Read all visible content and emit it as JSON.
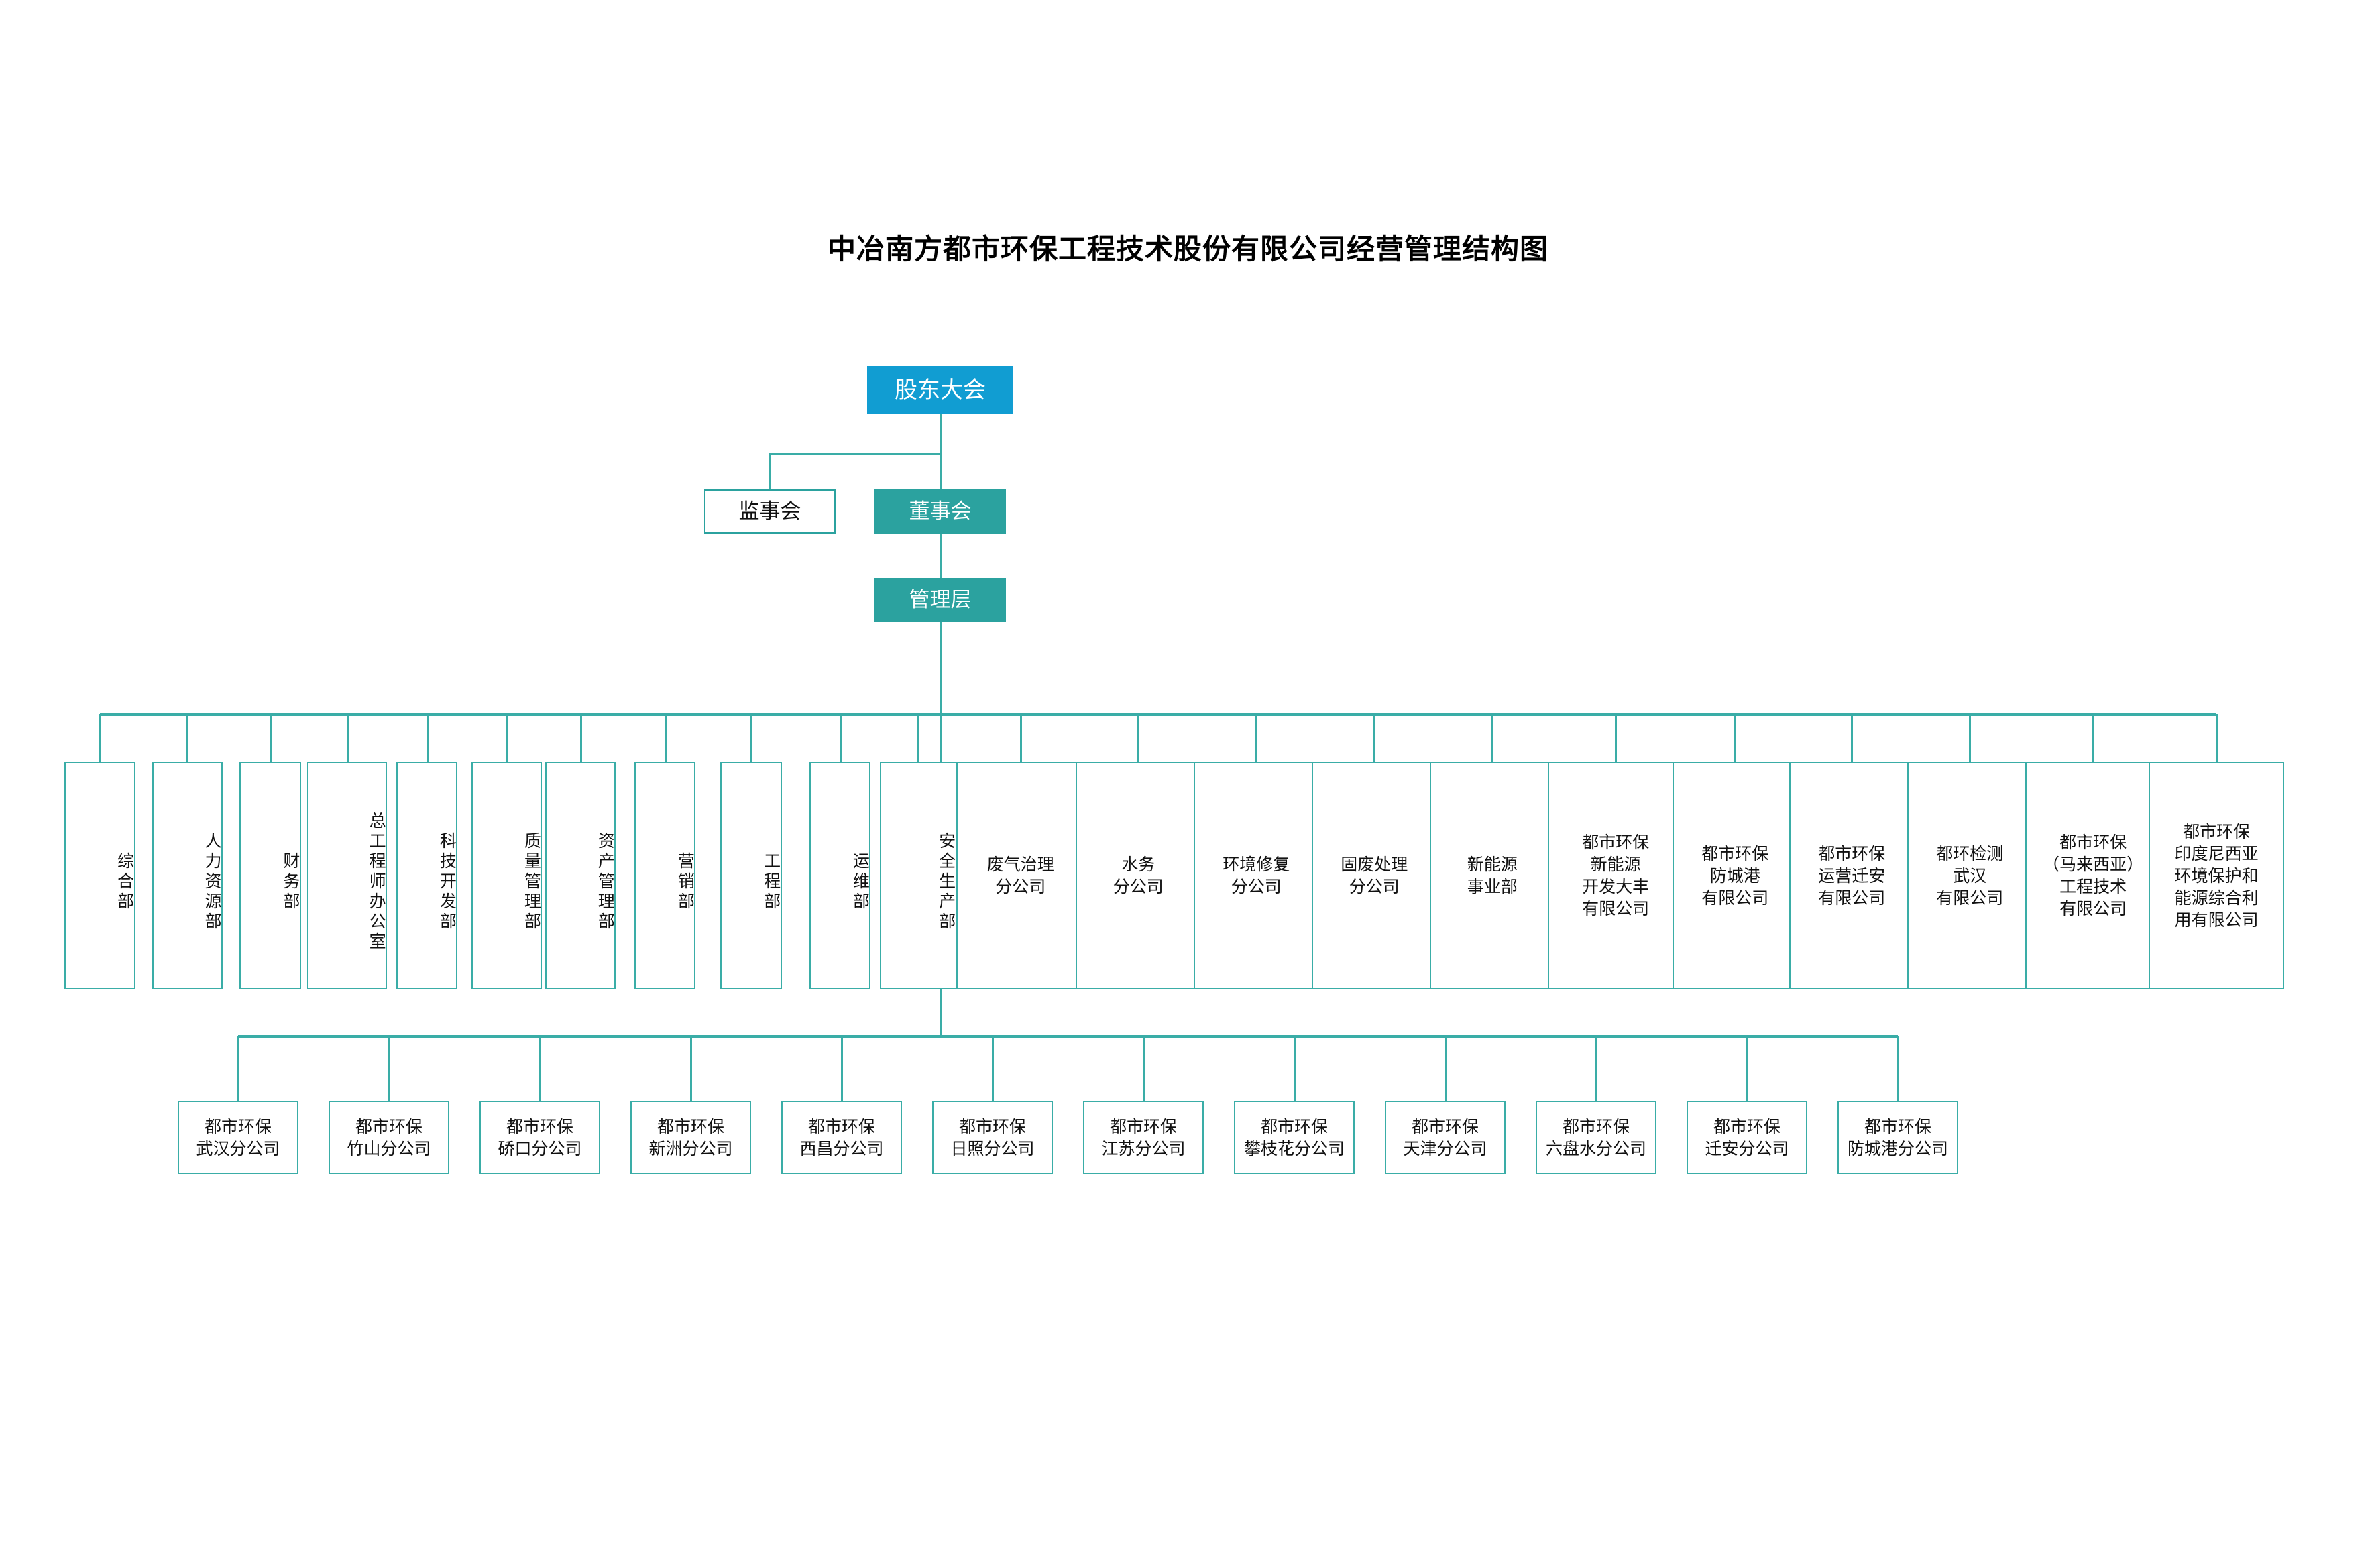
{
  "title": "中冶南方都市环保工程技术股份有限公司经营管理结构图",
  "colors": {
    "shareholders_fill": "#119dd2",
    "board_fill": "#2ba29f",
    "management_fill": "#2ba29f",
    "box_border": "#3aada7",
    "connector": "#3aada7",
    "text_dark": "#111111",
    "text_light": "#ffffff",
    "background": "#ffffff"
  },
  "top_tier": {
    "shareholders": "股东大会",
    "supervisors": "监事会",
    "board": "董事会",
    "management": "管理层"
  },
  "departments": [
    {
      "label": "综合部",
      "orientation": "vertical"
    },
    {
      "label": "人力资源部",
      "orientation": "vertical"
    },
    {
      "label": "财务部",
      "orientation": "vertical"
    },
    {
      "label": "总工程师办公室",
      "orientation": "vertical"
    },
    {
      "label": "科技开发部",
      "orientation": "vertical"
    },
    {
      "label": "质量管理部",
      "orientation": "vertical"
    },
    {
      "label": "资产管理部",
      "orientation": "vertical"
    },
    {
      "label": "营销部",
      "orientation": "vertical"
    },
    {
      "label": "工程部",
      "orientation": "vertical"
    },
    {
      "label": "运维部",
      "orientation": "vertical"
    },
    {
      "label": "安全生产部",
      "orientation": "vertical"
    },
    {
      "label": "废气治理\n分公司",
      "orientation": "horizontal"
    },
    {
      "label": "水务\n分公司",
      "orientation": "horizontal"
    },
    {
      "label": "环境修复\n分公司",
      "orientation": "horizontal"
    },
    {
      "label": "固废处理\n分公司",
      "orientation": "horizontal"
    },
    {
      "label": "新能源\n事业部",
      "orientation": "horizontal"
    },
    {
      "label": "都市环保\n新能源\n开发大丰\n有限公司",
      "orientation": "horizontal"
    },
    {
      "label": "都市环保\n防城港\n有限公司",
      "orientation": "horizontal"
    },
    {
      "label": "都市环保\n运营迁安\n有限公司",
      "orientation": "horizontal"
    },
    {
      "label": "都环检测\n武汉\n有限公司",
      "orientation": "horizontal"
    },
    {
      "label": "都市环保\n（马来西亚）\n工程技术\n有限公司",
      "orientation": "horizontal"
    },
    {
      "label": "都市环保\n印度尼西亚\n环境保护和\n能源综合利\n用有限公司",
      "orientation": "horizontal"
    }
  ],
  "branches": [
    {
      "label": "都市环保\n武汉分公司"
    },
    {
      "label": "都市环保\n竹山分公司"
    },
    {
      "label": "都市环保\n硚口分公司"
    },
    {
      "label": "都市环保\n新洲分公司"
    },
    {
      "label": "都市环保\n西昌分公司"
    },
    {
      "label": "都市环保\n日照分公司"
    },
    {
      "label": "都市环保\n江苏分公司"
    },
    {
      "label": "都市环保\n攀枝花分公司"
    },
    {
      "label": "都市环保\n天津分公司"
    },
    {
      "label": "都市环保\n六盘水分公司"
    },
    {
      "label": "都市环保\n迁安分公司"
    },
    {
      "label": "都市环保\n防城港分公司"
    }
  ]
}
